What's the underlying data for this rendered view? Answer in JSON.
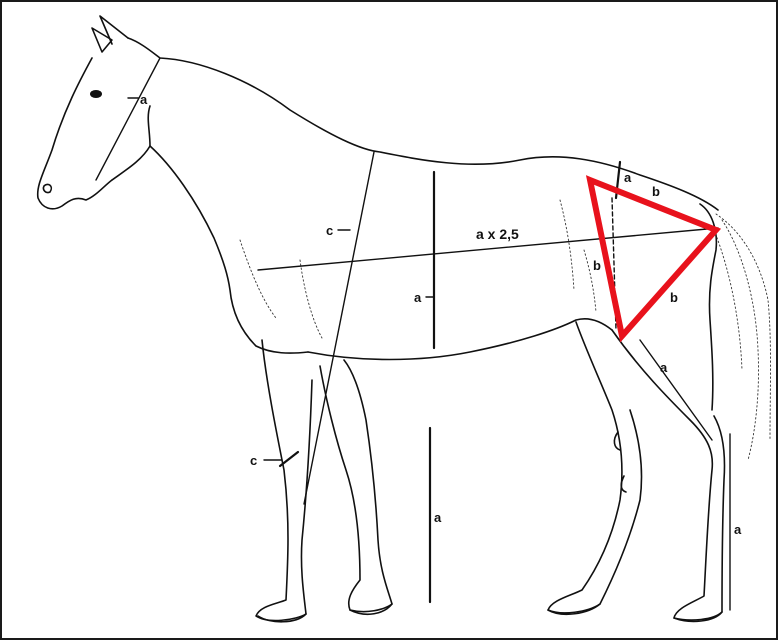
{
  "labels": {
    "head_a": "a",
    "hip_a_top": "a",
    "hip_b_top": "b",
    "hip_b_left": "b",
    "hip_b_right": "b",
    "body_length": "a x 2,5",
    "shoulder_c": "c",
    "trunk_a": "a",
    "cannon_c": "c",
    "hind_a": "a",
    "front_height_a": "a",
    "rear_height_a": "a"
  },
  "colors": {
    "highlight": "#e8121c",
    "ink": "#111111",
    "frame": "#1a1a1a"
  }
}
